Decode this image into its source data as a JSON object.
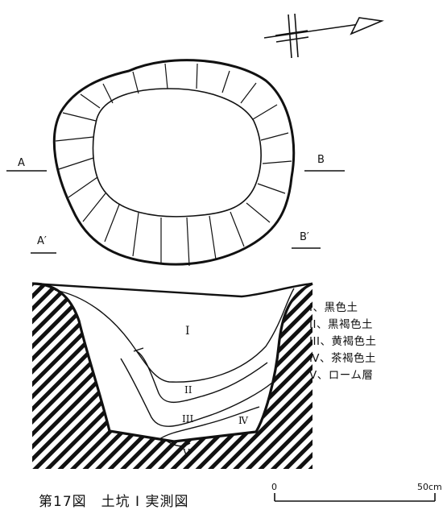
{
  "section_labels": {
    "a": "A",
    "b": "B",
    "a_prime": "A′",
    "b_prime": "B′"
  },
  "layer_labels": {
    "l1": "I",
    "l2": "II",
    "l3": "III",
    "l4": "Ⅳ",
    "l5": "Ⅴ"
  },
  "legend": [
    {
      "label": "I、黒色土"
    },
    {
      "label": "II、黒褐色土"
    },
    {
      "label": "III、黄褐色土"
    },
    {
      "label": "Ⅳ、茶褐色土"
    },
    {
      "label": "Ⅴ、ローム層"
    }
  ],
  "caption": "第17図　土坑 I 実測図",
  "scale": {
    "start": "0",
    "end": "50cm"
  }
}
